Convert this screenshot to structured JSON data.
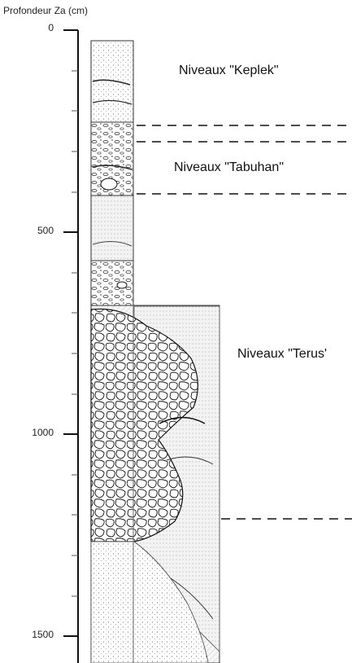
{
  "axis": {
    "title": "Profondeur Za (cm)",
    "ticks": [
      {
        "value": 0,
        "label": "0"
      },
      {
        "value": 500,
        "label": "500"
      },
      {
        "value": 1000,
        "label": "1000"
      },
      {
        "value": 1500,
        "label": "1500"
      }
    ],
    "min": 0,
    "max": 1500
  },
  "levels": {
    "keplek": "Niveaux \"Keplek\"",
    "tabuhan": "Niveaux \"Tabuhan\"",
    "terus": "Niveaux \"Terus'"
  }
}
